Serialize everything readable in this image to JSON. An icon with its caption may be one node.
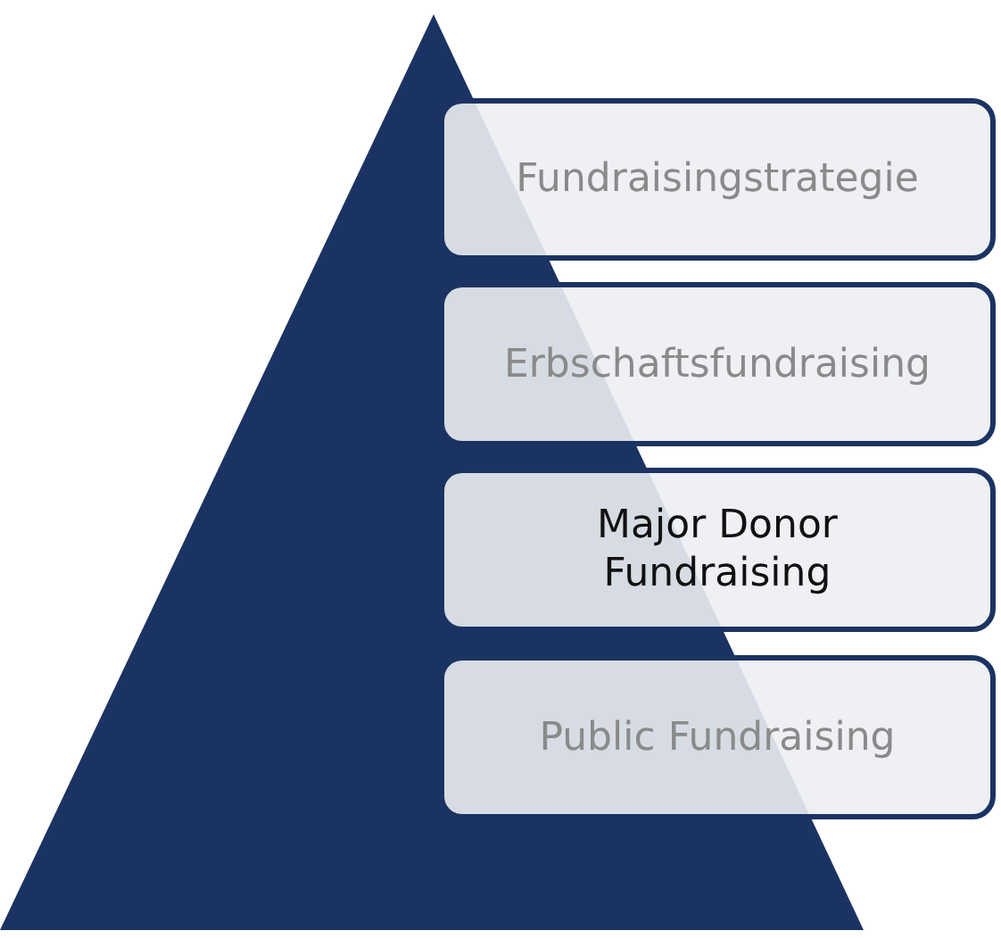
{
  "diagram": {
    "nodes": [
      {
        "text": [
          "Fundraisingstrategie"
        ]
      },
      {
        "text": [
          "Erbschaftsfundraising"
        ]
      },
      {
        "text": [
          "Major Donor Fundraising"
        ]
      },
      {
        "text": [
          "Public Fundraising"
        ]
      }
    ]
  }
}
